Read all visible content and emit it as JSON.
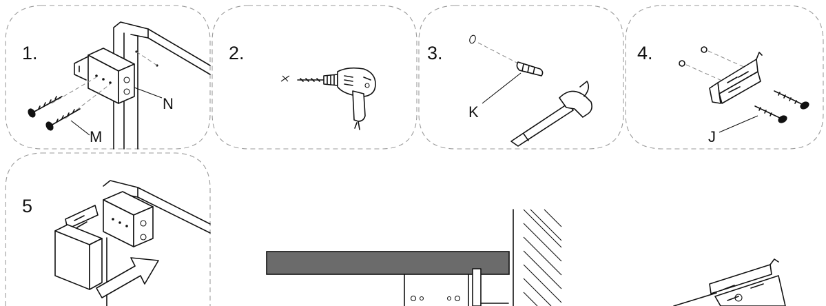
{
  "steps": [
    {
      "number": "1.",
      "parts": [
        "N",
        "M"
      ]
    },
    {
      "number": "2."
    },
    {
      "number": "3.",
      "parts": [
        "K"
      ]
    },
    {
      "number": "4.",
      "parts": [
        "J"
      ]
    },
    {
      "number": "5"
    }
  ],
  "icons": [
    "drill-icon",
    "hammer-icon",
    "screw-icon",
    "wall-plug-icon",
    "mounting-bracket-icon",
    "arrow-icon"
  ],
  "colors": {
    "ink": "#111111",
    "panel_grey": "#6b6b6b",
    "dashed_border": "#9a9a9a"
  }
}
